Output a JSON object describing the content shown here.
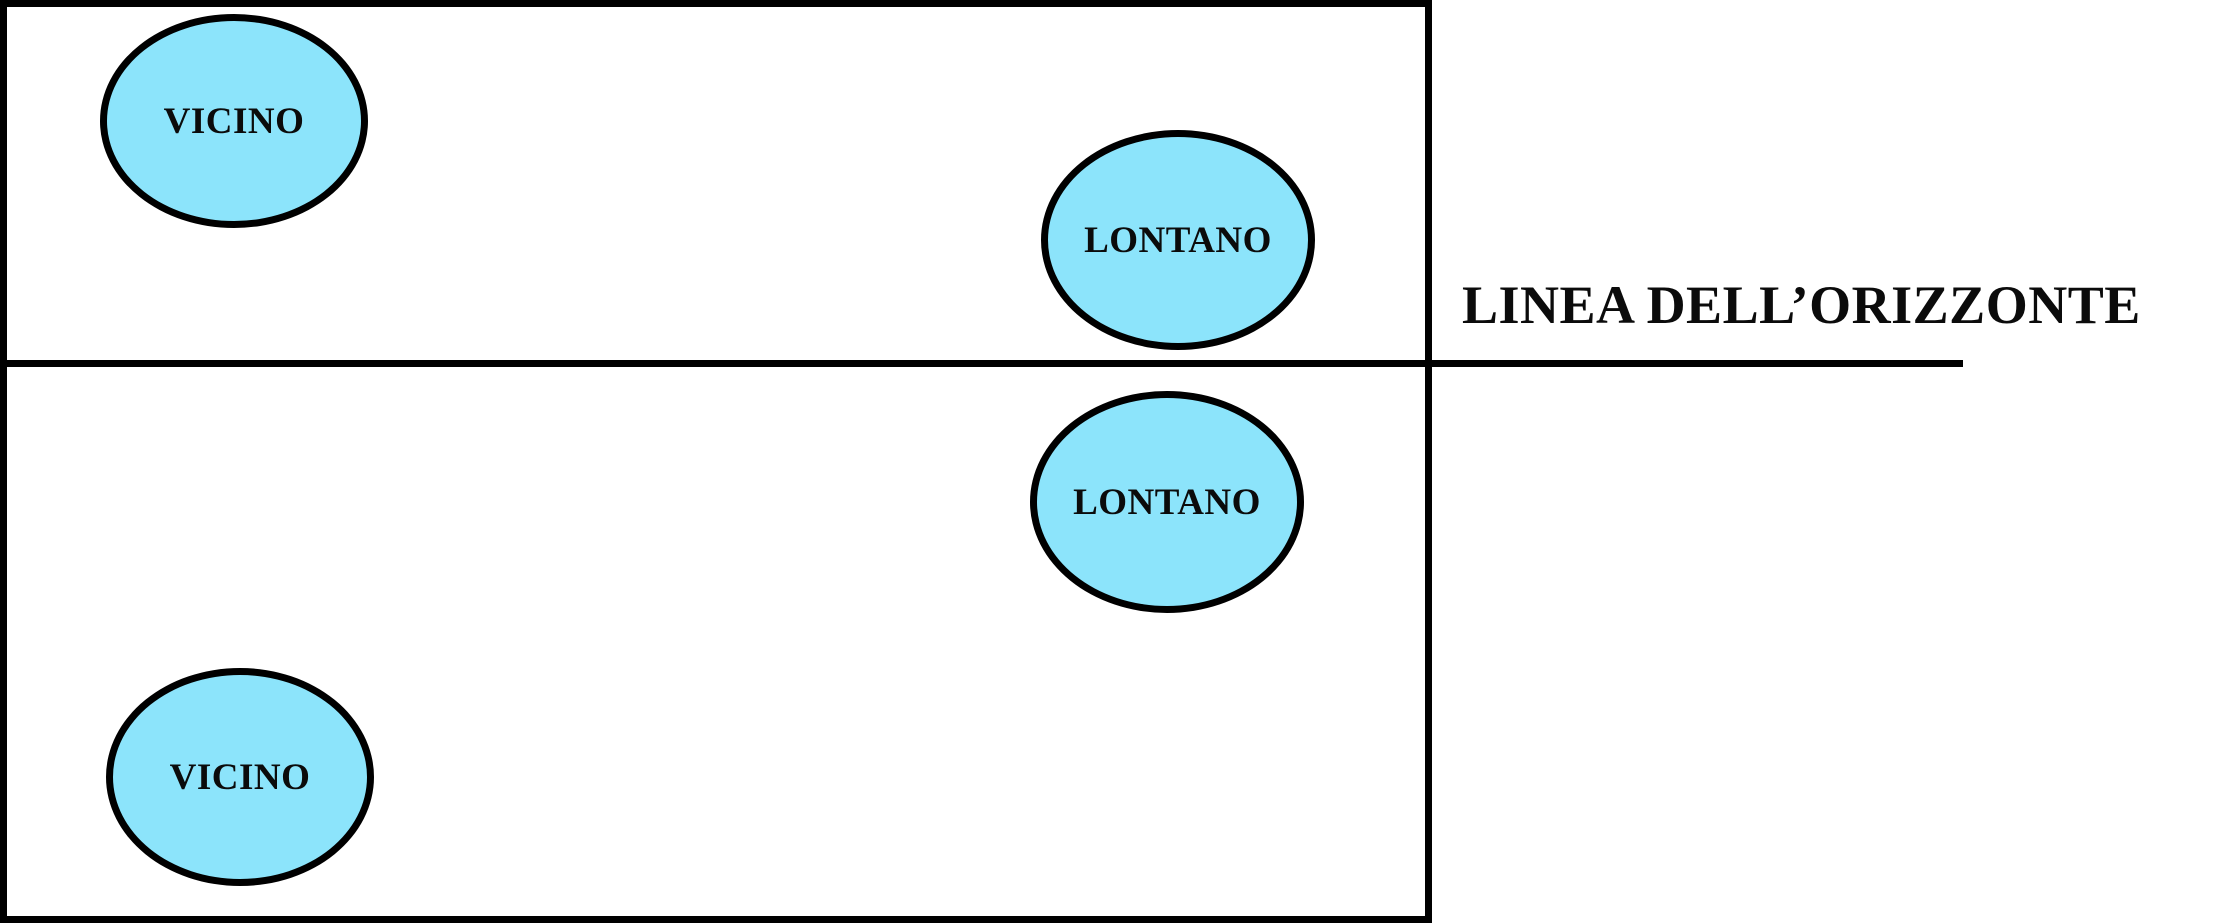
{
  "diagram": {
    "title": "Linea dell'orizzonte",
    "colors": {
      "shape_fill": "#8ce4fb",
      "stroke": "#000000",
      "background": "#ffffff",
      "text": "#0b0b0b"
    },
    "panels": [
      {
        "id": "upper",
        "name": "riquadro-superiore",
        "shapes": [
          {
            "id": "vicino-upper",
            "label": "VICINO",
            "position": "top-left"
          },
          {
            "id": "lontano-upper",
            "label": "LONTANO",
            "position": "center-right"
          }
        ]
      },
      {
        "id": "lower",
        "name": "riquadro-inferiore",
        "shapes": [
          {
            "id": "lontano-lower",
            "label": "LONTANO",
            "position": "upper-right"
          },
          {
            "id": "vicino-lower",
            "label": "VICINO",
            "position": "bottom-left"
          }
        ]
      }
    ],
    "horizon": {
      "label": "LINEA DELL’ORIZZONTE",
      "line_name": "horizon-line"
    }
  }
}
